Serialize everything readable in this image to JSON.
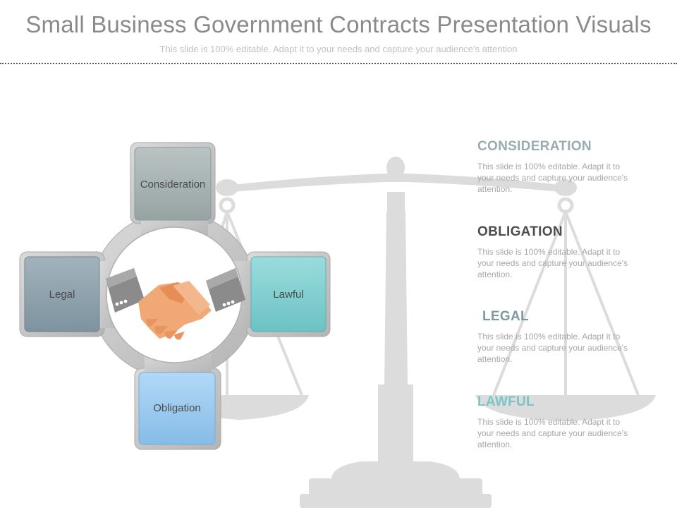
{
  "header": {
    "title": "Small Business Government Contracts Presentation Visuals",
    "subtitle": "This slide is 100% editable. Adapt it to your needs and capture your audience's attention"
  },
  "diagram": {
    "boxes": [
      {
        "label": "Consideration",
        "color": "#a8b4b4"
      },
      {
        "label": "Legal",
        "color": "#8fa3ae"
      },
      {
        "label": "Lawful",
        "color": "#85d0d1"
      },
      {
        "label": "Obligation",
        "color": "#9ccbf0"
      }
    ],
    "center_icon": "handshake-icon"
  },
  "sections": [
    {
      "heading": "CONSIDERATION",
      "text": "This slide is 100% editable. Adapt it to your needs and capture your audience's attention.",
      "color": "#9aabb0"
    },
    {
      "heading": "OBLIGATION",
      "text": "This slide is 100% editable. Adapt it to your needs and capture your audience's attention.",
      "color": "#4d4d4d"
    },
    {
      "heading": "LEGAL",
      "text": "This slide is 100% editable. Adapt it to your needs and capture your audience's attention.",
      "color": "#7e98a4"
    },
    {
      "heading": "LAWFUL",
      "text": "This slide is 100% editable. Adapt it to your needs and capture your audience's attention.",
      "color": "#7cc4c6"
    }
  ],
  "background_icon": "balance-scale-icon"
}
